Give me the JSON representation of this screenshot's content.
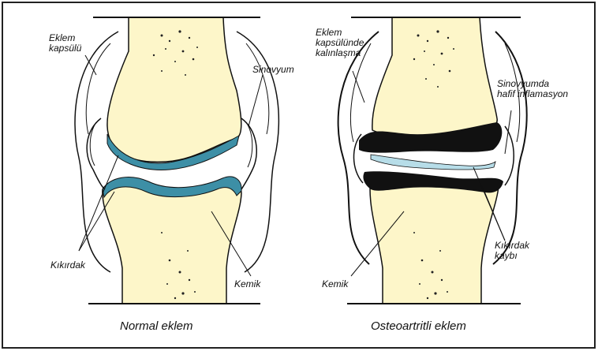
{
  "diagrams": [
    {
      "caption": "Normal eklem",
      "labels": {
        "capsule": "Eklem\nkapsülü",
        "synovium": "Sinovyum",
        "cartilage": "Kıkırdak",
        "bone": "Kemik"
      }
    },
    {
      "caption": "Osteoartritli eklem",
      "labels": {
        "capsule_thickening": "Eklem\nkapsülünde\nkalınlaşma",
        "synovium_inflammation": "Sinovyumda\nhafif inflamasyon",
        "cartilage_loss": "Kıkırdak\nkaybı",
        "bone": "Kemik"
      }
    }
  ],
  "colors": {
    "bone": "#fdf6c9",
    "cartilage_normal": "#3d8fa6",
    "cartilage_damaged": "#111111",
    "cartilage_thin": "#b7dde8",
    "outline": "#111111",
    "frame": "#222222"
  }
}
